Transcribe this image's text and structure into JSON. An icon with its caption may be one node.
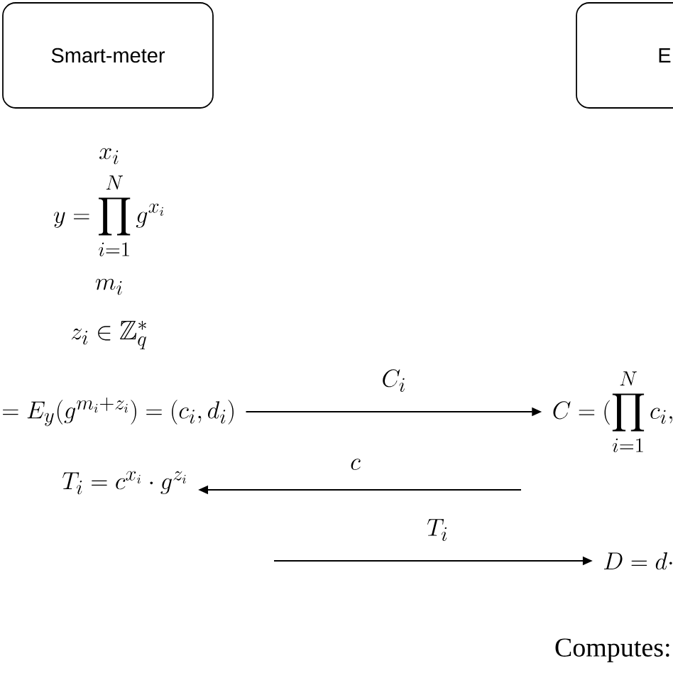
{
  "diagram": {
    "nodes": [
      {
        "text": [
          "Smart-meter"
        ]
      },
      {
        "text": [
          "E"
        ]
      },
      {
        "text": [
          "= E_y(g^{m_i+z_i}) = (c_i, d_i)"
        ]
      },
      {
        "text": [
          "T_i = c^{x_i} \\cdot g^{z_i}"
        ]
      },
      {
        "text": [
          "C = (\\prod_{i=1}^{N} c_i,"
        ]
      },
      {
        "text": [
          "D = d \\cdot"
        ]
      }
    ],
    "edges": [
      {
        "from": 2,
        "to": 4,
        "arrow": "to",
        "label": "C_i"
      },
      {
        "from": null,
        "to": 3,
        "arrow": "to",
        "label": "c"
      },
      {
        "from": null,
        "to": 5,
        "arrow": "to",
        "label": "T_i"
      }
    ],
    "labels": [
      "x_i",
      "y = \\prod_{i=1}^{N} g^{x_i}",
      "m_i",
      "z_i \\in \\mathbb{Z}_q^*",
      "Computes:"
    ]
  }
}
